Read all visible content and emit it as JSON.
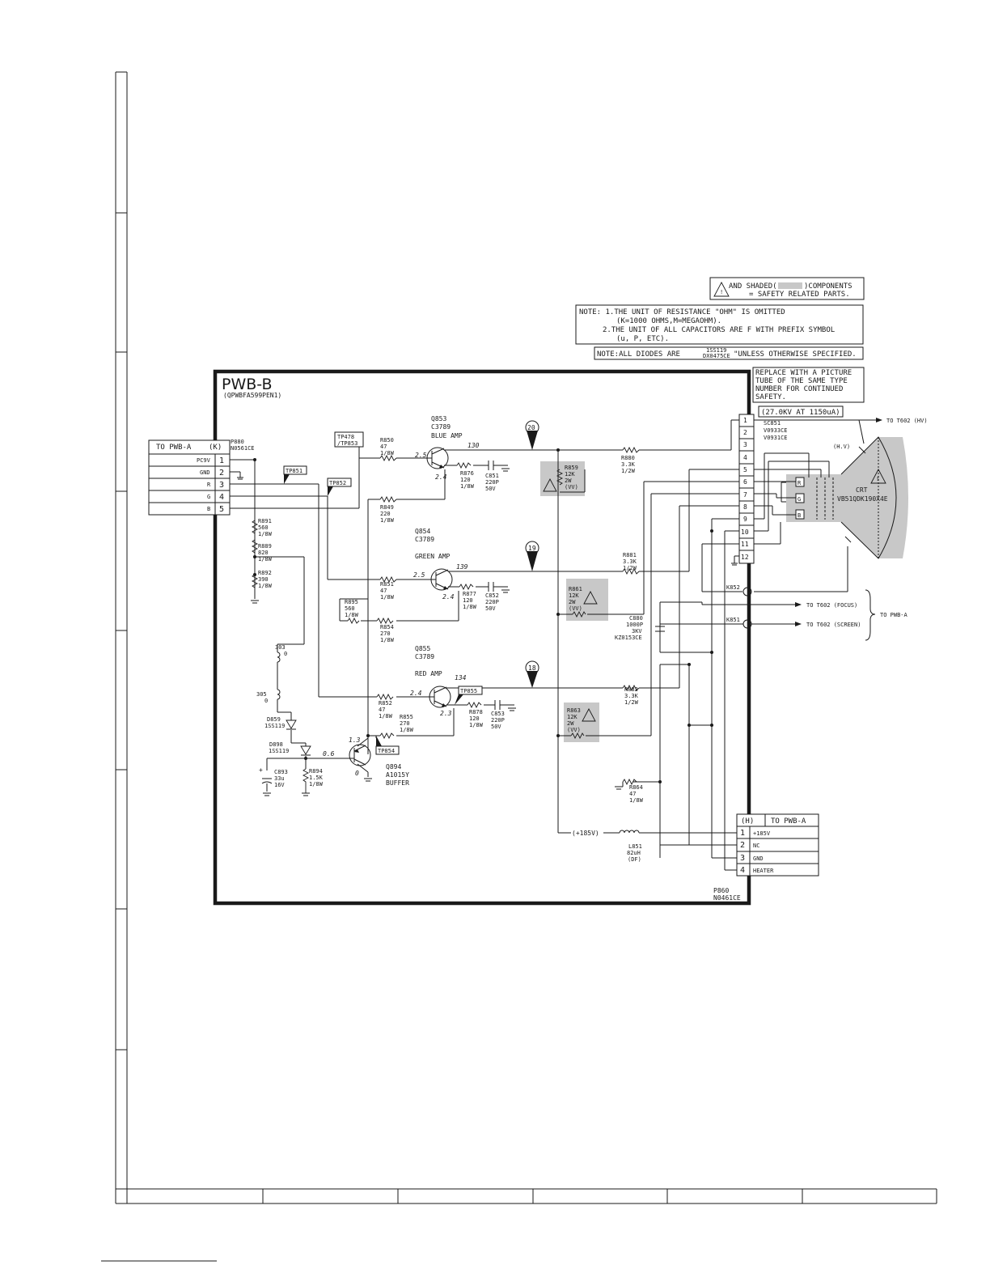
{
  "board": {
    "title": "PWB-B",
    "part_no": "(QPWBFA599PEN1)",
    "bottom_connector_part": [
      "P860",
      "N0461CE"
    ]
  },
  "notes": {
    "safety": [
      "AND SHADED(",
      ")COMPONENTS",
      "= SAFETY RELATED PARTS."
    ],
    "units": [
      "NOTE: 1.THE UNIT OF RESISTANCE \"OHM\" IS OMITTED",
      "(K=1000 OHMS,M=MEGAOHM).",
      "2.THE UNIT OF ALL CAPACITORS ARE F WITH PREFIX SYMBOL",
      "(u, P, ETC)."
    ],
    "diodes_prefix": "NOTE:ALL DIODES ARE",
    "diodes_part_top": "1SS119",
    "diodes_part_bottom": "DX0475CE",
    "diodes_suffix": "\"UNLESS OTHERWISE SPECIFIED.",
    "replace": [
      "REPLACE WITH A PICTURE",
      "TUBE OF THE SAME TYPE",
      "NUMBER FOR CONTINUED",
      "SAFETY."
    ],
    "hv": "(27.0KV AT 1150uA)"
  },
  "connector_k": {
    "label": "TO PWB-A",
    "ref": "(K)",
    "part": [
      "P880",
      "N0561CE"
    ],
    "pins": [
      {
        "name": "PC9V",
        "num": "1"
      },
      {
        "name": "GND",
        "num": "2"
      },
      {
        "name": "R",
        "num": "3"
      },
      {
        "name": "G",
        "num": "4"
      },
      {
        "name": "B",
        "num": "5"
      }
    ]
  },
  "connector_h": {
    "ref": "(H)",
    "label": "TO PWB-A",
    "pins": [
      {
        "num": "1",
        "name": "+185V"
      },
      {
        "num": "2",
        "name": "NC"
      },
      {
        "num": "3",
        "name": "GND"
      },
      {
        "num": "4",
        "name": "HEATER"
      }
    ]
  },
  "test_points": {
    "tp478": [
      "TP478",
      "/TP853"
    ],
    "tp851": "TP851",
    "tp852": "TP852",
    "tp855": "TP855",
    "tp854": "TP854"
  },
  "transistors": {
    "q853": [
      "Q853",
      "C3789",
      "BLUE AMP"
    ],
    "q854": [
      "Q854",
      "C3789",
      "GREEN AMP"
    ],
    "q855": [
      "Q855",
      "C3789",
      "RED AMP"
    ],
    "q894": [
      "Q894",
      "A1015Y",
      "BUFFER"
    ]
  },
  "voltages": {
    "blue_base": "2.5",
    "blue_emitter": "2.4",
    "blue_collector": "130",
    "green_base": "2.5",
    "green_emitter": "2.4",
    "green_collector": "139",
    "red_base": "2.4",
    "red_emitter": "2.3",
    "red_collector": "134",
    "buf_emitter": "1.3",
    "buf_base": "0.6",
    "buf_collector": "0"
  },
  "waveforms": {
    "blue": "20",
    "green": "19",
    "red": "18"
  },
  "resistors": {
    "r850": [
      "R850",
      "47",
      "1/8W"
    ],
    "r849": [
      "R849",
      "220",
      "1/8W"
    ],
    "r876": [
      "R876",
      "120",
      "1/8W"
    ],
    "r880": [
      "R880",
      "3.3K",
      "1/2W"
    ],
    "r859": [
      "R859",
      "12K",
      "2W",
      "(VV)"
    ],
    "r891": [
      "R891",
      "560",
      "1/8W"
    ],
    "r889": [
      "R889",
      "820",
      "1/8W"
    ],
    "r892": [
      "R892",
      "390",
      "1/8W"
    ],
    "r851": [
      "R851",
      "47",
      "1/8W"
    ],
    "r877": [
      "R877",
      "120",
      "1/8W"
    ],
    "r881": [
      "R881",
      "3.3K",
      "1/2W"
    ],
    "r861": [
      "R861",
      "12K",
      "2W",
      "(VV)"
    ],
    "r895": [
      "R895",
      "560",
      "1/8W"
    ],
    "r854": [
      "R854",
      "270",
      "1/8W"
    ],
    "r852": [
      "R852",
      "47",
      "1/8W"
    ],
    "r855": [
      "R855",
      "270",
      "1/8W"
    ],
    "r878": [
      "R878",
      "120",
      "1/8W"
    ],
    "r882": [
      "R882",
      "3.3K",
      "1/2W"
    ],
    "r863": [
      "R863",
      "12K",
      "2W",
      "(VV)"
    ],
    "r864": [
      "R864",
      "47",
      "1/8W"
    ],
    "r894": [
      "R894",
      "1.5K",
      "1/8W"
    ]
  },
  "capacitors": {
    "c851": [
      "C851",
      "220P",
      "50V"
    ],
    "c852": [
      "C852",
      "220P",
      "50V"
    ],
    "c853": [
      "C853",
      "220P",
      "50V"
    ],
    "c880": [
      "C880",
      "1000P",
      "3KV",
      "KZ0153CE"
    ],
    "c893": [
      "C893",
      "33u",
      "16V"
    ]
  },
  "jumpers": {
    "j303": [
      "303",
      "0"
    ],
    "j305": [
      "305",
      "0"
    ]
  },
  "diodes": {
    "d859": [
      "D859",
      "1SS119"
    ],
    "d898": [
      "D898",
      "1SS119"
    ]
  },
  "coil": {
    "l851": [
      "L851",
      "82uH",
      "(DF)"
    ]
  },
  "supply": {
    "v185": "(+185V)"
  },
  "socket": {
    "ref": [
      "SC851",
      "V0933CE",
      "V0931CE"
    ],
    "pins": [
      "1",
      "2",
      "3",
      "4",
      "5",
      "6",
      "7",
      "8",
      "9",
      "10",
      "11",
      "12"
    ]
  },
  "crt": {
    "label": [
      "CRT",
      "VB51QDK190X4E"
    ],
    "guns": [
      "R",
      "G",
      "B"
    ],
    "hv_label": "(H.V)"
  },
  "outputs": {
    "hv": "TO T602 (HV)",
    "focus": "TO T602 (FOCUS)",
    "screen": "TO T602 (SCREEN)",
    "to_pwba": "TO PWB-A",
    "k852": "K852",
    "k851": "K851"
  }
}
